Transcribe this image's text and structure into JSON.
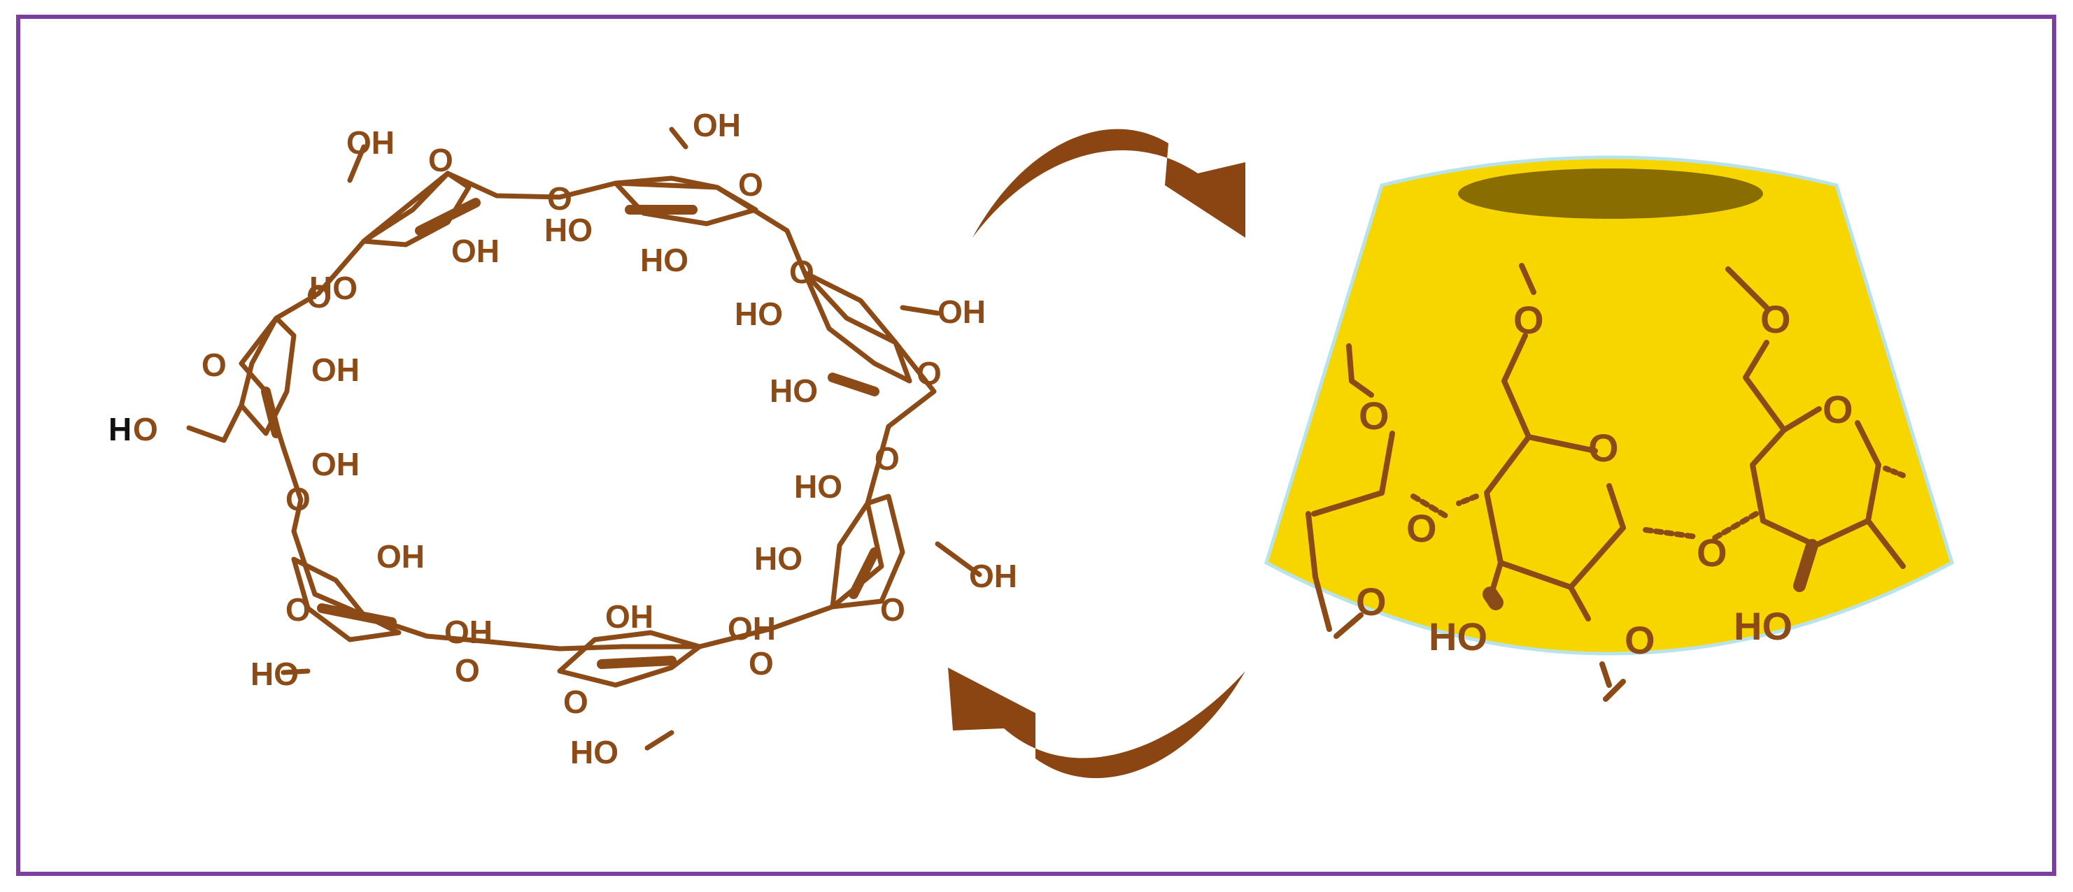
{
  "figure": {
    "frame_color": "#7b3fa0",
    "chem_color": "#8b4a16",
    "arrow_color": "#8b4513",
    "cone_color": "#f7d600",
    "cone_edge_color": "#b9e3ea",
    "cavity_color": "#8a6d00",
    "black_atom_color": "#111111"
  },
  "labels": {
    "oh": "OH",
    "ho": "HO",
    "h": "H",
    "o": "O"
  }
}
